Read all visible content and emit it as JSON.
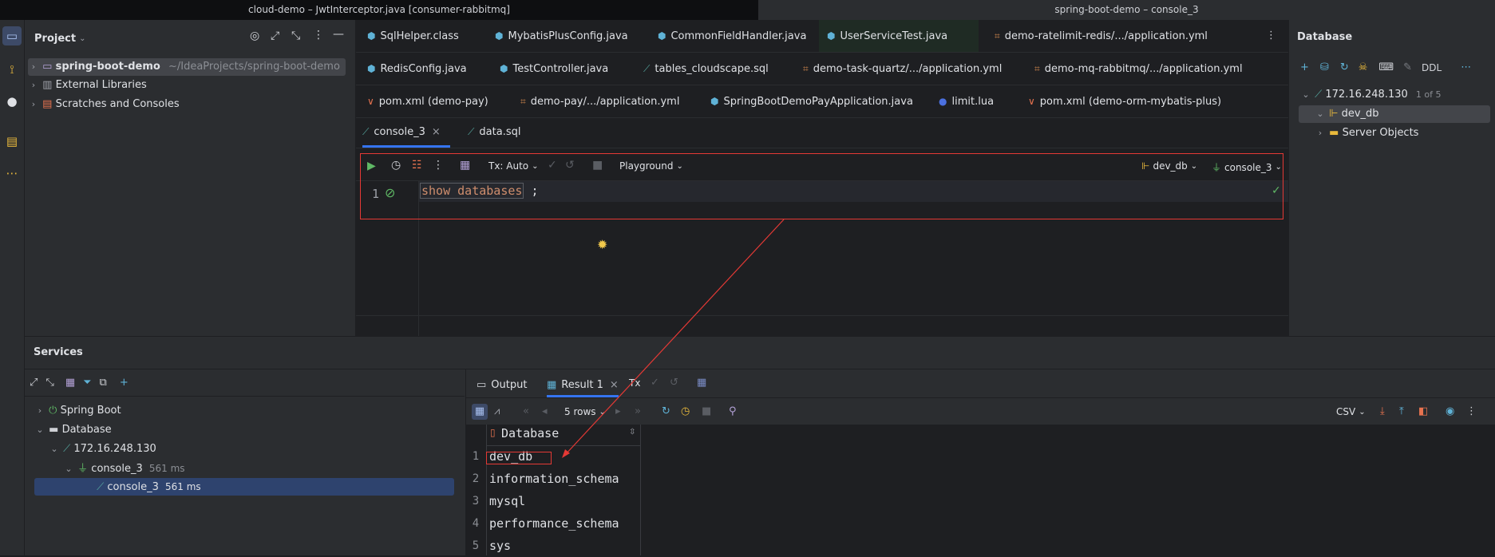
{
  "titlebar": {
    "left": "cloud-demo – JwtInterceptor.java [consumer-rabbitmq]",
    "right": "spring-boot-demo – console_3"
  },
  "project": {
    "title": "Project",
    "tree": [
      {
        "label": "spring-boot-demo",
        "path": "~/IdeaProjects/spring-boot-demo"
      },
      {
        "label": "External Libraries"
      },
      {
        "label": "Scratches and Consoles"
      }
    ]
  },
  "editor": {
    "tabs_row1": [
      "SqlHelper.class",
      "MybatisPlusConfig.java",
      "CommonFieldHandler.java",
      "UserServiceTest.java",
      "demo-ratelimit-redis/.../application.yml"
    ],
    "tabs_row2": [
      "RedisConfig.java",
      "TestController.java",
      "tables_cloudscape.sql",
      "demo-task-quartz/.../application.yml",
      "demo-mq-rabbitmq/.../application.yml"
    ],
    "tabs_row3": [
      "pom.xml (demo-pay)",
      "demo-pay/.../application.yml",
      "SpringBootDemoPayApplication.java",
      "limit.lua",
      "pom.xml (demo-orm-mybatis-plus)"
    ],
    "tabs_row4": [
      "console_3",
      "data.sql"
    ],
    "toolbar": {
      "tx": "Tx: Auto",
      "playground": "Playground",
      "schema": "dev_db",
      "session": "console_3"
    },
    "line_number": "1",
    "code": "show databases",
    "code_end": " ;"
  },
  "database_panel": {
    "title": "Database",
    "ddl": "DDL",
    "host": "172.16.248.130",
    "host_badge": "1 of 5",
    "schema": "dev_db",
    "server_objects": "Server Objects"
  },
  "services": {
    "title": "Services",
    "tree": [
      {
        "label": "Spring Boot"
      },
      {
        "label": "Database"
      },
      {
        "label": "172.16.248.130"
      },
      {
        "label": "console_3",
        "time": "561 ms"
      },
      {
        "label": "console_3",
        "time": "561 ms"
      }
    ],
    "tabs": {
      "output": "Output",
      "result": "Result 1",
      "tx": "Tx"
    },
    "rows_label": "5 rows",
    "csv": "CSV",
    "column": "Database",
    "rows": [
      "dev_db",
      "information_schema",
      "mysql",
      "performance_schema",
      "sys"
    ]
  },
  "colors": {
    "accent": "#3574f0",
    "selection": "#2e436e",
    "annotation": "#e53935"
  }
}
